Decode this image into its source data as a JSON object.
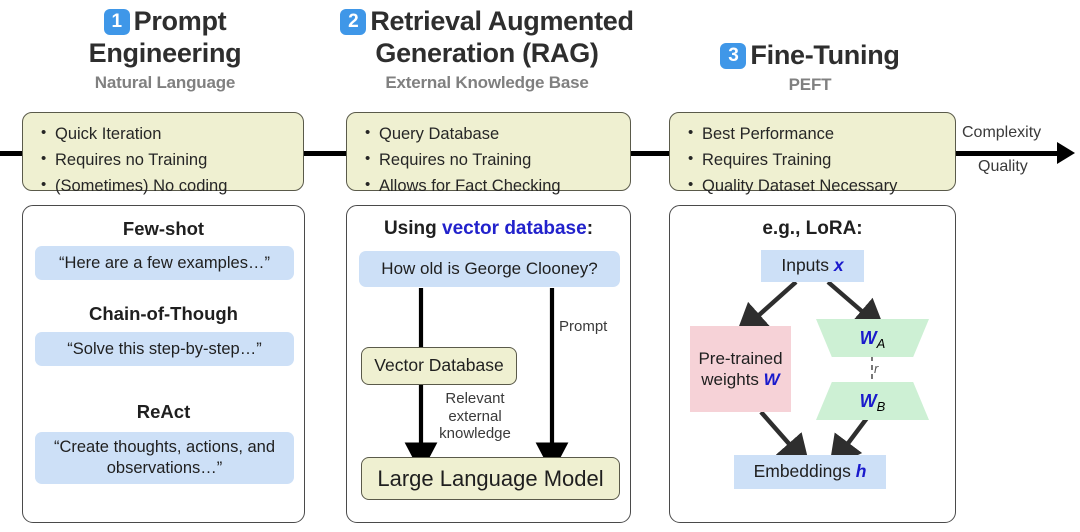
{
  "columns": [
    {
      "badge": "1",
      "title": "Prompt Engineering",
      "title_line1": "Prompt",
      "title_line2": "Engineering",
      "subtitle": "Natural Language",
      "bullets": [
        "Quick Iteration",
        "Requires no Training",
        "(Sometimes) No coding"
      ]
    },
    {
      "badge": "2",
      "title": "Retrieval Augmented Generation (RAG)",
      "title_line1": "Retrieval Augmented",
      "title_line2": "Generation (RAG)",
      "subtitle": "External Knowledge Base",
      "bullets": [
        "Query Database",
        "Requires no Training",
        "Allows for Fact Checking"
      ]
    },
    {
      "badge": "3",
      "title": "Fine-Tuning",
      "title_line1": "Fine-Tuning",
      "title_line2": "",
      "subtitle": "PEFT",
      "bullets": [
        "Best Performance",
        "Requires Training",
        "Quality Dataset Necessary"
      ]
    }
  ],
  "axis": {
    "label_top": "Complexity",
    "label_bottom": "Quality"
  },
  "panel_prompt": {
    "sections": [
      {
        "heading": "Few-shot",
        "bubble": "“Here are a few examples…”"
      },
      {
        "heading": "Chain-of-Though",
        "bubble": "“Solve this step-by-step…”"
      },
      {
        "heading": "ReAct",
        "bubble": "“Create thoughts, actions, and observations…”"
      }
    ]
  },
  "panel_rag": {
    "title_prefix": "Using ",
    "title_highlight": "vector database",
    "title_suffix": ":",
    "query": "How old is George Clooney?",
    "vector_db": "Vector Database",
    "llm": "Large Language Model",
    "label_prompt": "Prompt",
    "label_relevant": "Relevant external knowledge"
  },
  "panel_finetune": {
    "title": "e.g., LoRA:",
    "inputs_label": "Inputs",
    "inputs_var": "x",
    "pretrained_line1": "Pre-trained",
    "pretrained_line2": "weights",
    "pretrained_var": "W",
    "wa_var": "W",
    "wa_sub": "A",
    "wb_var": "W",
    "wb_sub": "B",
    "rank_label": "r",
    "embeddings_label": "Embeddings",
    "embeddings_var": "h"
  },
  "colors": {
    "badge_blue": "#3f97e8",
    "box_yellow": "#eff0d1",
    "bubble_blue": "#cde0f7",
    "pink": "#f6d2d7",
    "green": "#cdf0d4",
    "accent_text_blue": "#2222cc"
  }
}
